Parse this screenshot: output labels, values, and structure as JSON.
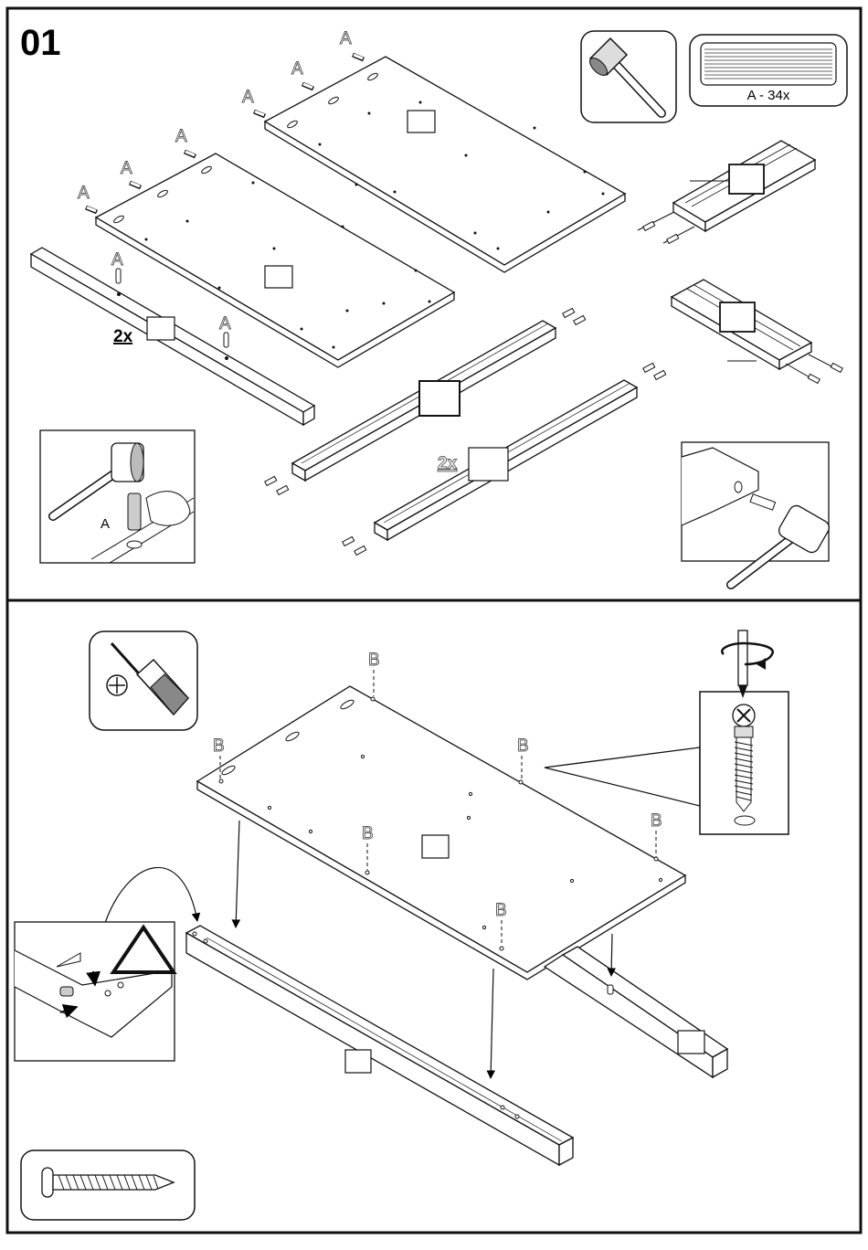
{
  "step": {
    "number": "01"
  },
  "dowel_label": "A",
  "screw_label": "B",
  "hardware_box": {
    "label": "A - 34x"
  },
  "quantity_labels": {
    "long_rail": "2x",
    "side_rails": "2x"
  },
  "detail_label": "A",
  "icons": {
    "hammer": "hammer-icon",
    "screwdriver": "phillips-screwdriver-icon",
    "rotate": "clockwise-rotation-icon",
    "warning": "warning-triangle-icon",
    "screw": "screw-icon"
  }
}
